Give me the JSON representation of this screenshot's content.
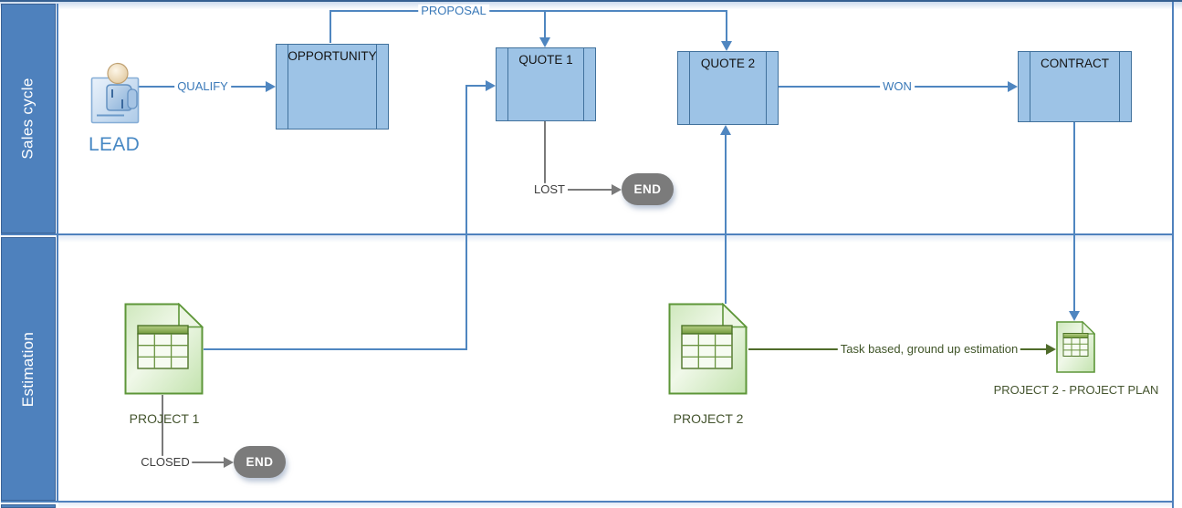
{
  "diagram": {
    "type": "cross-functional-flowchart",
    "lanes": [
      {
        "label": "Sales cycle"
      },
      {
        "label": "Estimation"
      }
    ],
    "nodes": {
      "lead": "LEAD",
      "opportunity": "OPPORTUNITY",
      "quote1": "QUOTE 1",
      "quote2": "QUOTE 2",
      "contract": "CONTRACT",
      "end_sales": "END",
      "end_estimation": "END",
      "project1": "PROJECT 1",
      "project2": "PROJECT 2",
      "project2_plan": "PROJECT 2 - PROJECT PLAN"
    },
    "connectors": {
      "qualify": "QUALIFY",
      "proposal": "PROPOSAL",
      "won": "WON",
      "lost": "LOST",
      "closed": "CLOSED",
      "estimation_note": "Task based, ground up estimation"
    },
    "colors": {
      "lane_bar": "#4e81bd",
      "lane_border": "#4f81bd",
      "process_fill": "#9dc3e6",
      "process_border": "#41719c",
      "connector_blue": "#4f86c0",
      "connector_gray": "#7a7a7a",
      "connector_olive": "#4f6b2a",
      "end_fill": "#7b7b7b",
      "document_green": "#5d9638",
      "label_blue": "#3a79b8",
      "label_olive": "#3f5427"
    }
  }
}
